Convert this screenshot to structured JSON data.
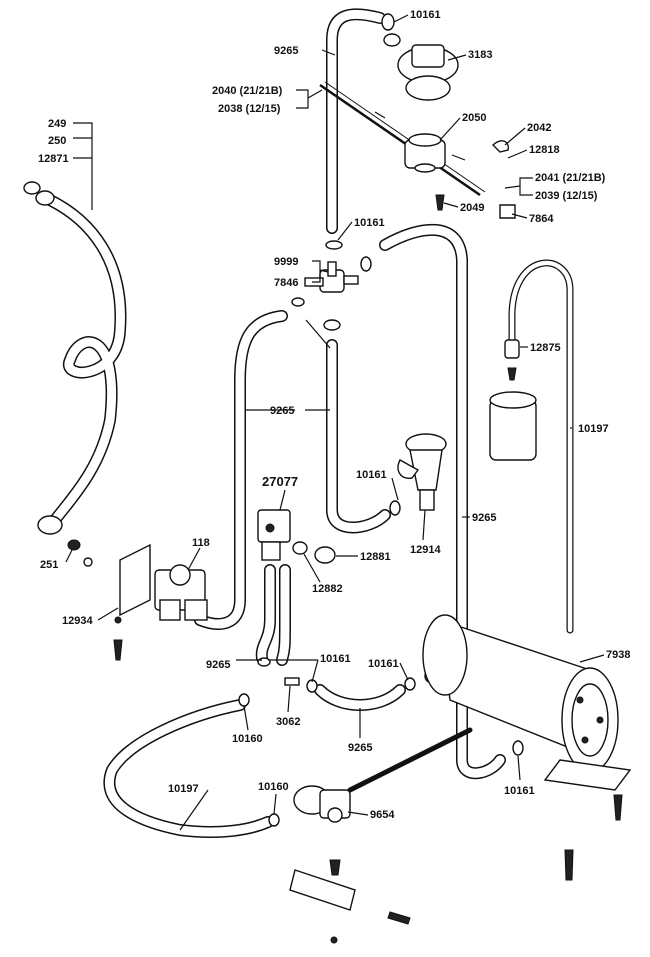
{
  "labels": {
    "p10161_top": "10161",
    "p3183": "3183",
    "p9265_top": "9265",
    "p2040": "2040 (21/21B)",
    "p2038": "2038 (12/15)",
    "p2050": "2050",
    "p2042": "2042",
    "p12818": "12818",
    "p2041": "2041 (21/21B)",
    "p2039": "2039 (12/15)",
    "p2049": "2049",
    "p7864": "7864",
    "p249": "249",
    "p250": "250",
    "p12871": "12871",
    "p10161_mid": "10161",
    "p9999": "9999",
    "p7846": "7846",
    "p12875": "12875",
    "p9265_left": "9265",
    "p10197_right": "10197",
    "p10161_valve": "10161",
    "p12914": "12914",
    "p9265_right": "9265",
    "p27077": "27077",
    "p118": "118",
    "p12881": "12881",
    "p12882": "12882",
    "p251": "251",
    "p12934": "12934",
    "p9265_lower": "9265",
    "p10161_lower_a": "10161",
    "p10161_lower_b": "10161",
    "p7938": "7938",
    "p10160_a": "10160",
    "p3062": "3062",
    "p9265_bottom": "9265",
    "p10161_tank": "10161",
    "p10197_left": "10197",
    "p10160_b": "10160",
    "p9654": "9654"
  }
}
